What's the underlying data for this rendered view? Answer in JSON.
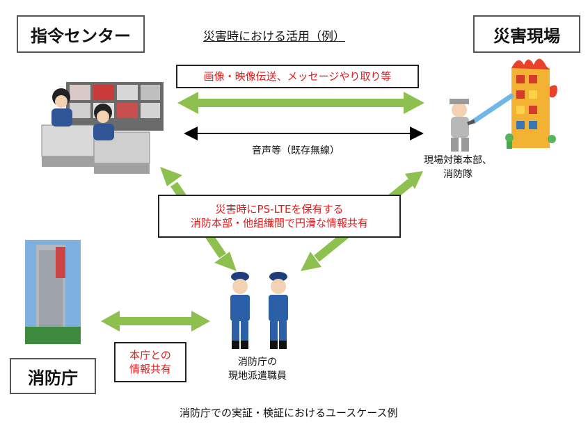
{
  "title": "災害時における活用（例）",
  "nodes": {
    "command_center": "指令センター",
    "disaster_site": "災害現場",
    "fdma": "消防庁"
  },
  "labels": {
    "image_video": "画像・映像伝送、メッセージやり取り等",
    "voice": "音声等（既存無線）",
    "site_hq_line1": "現場対策本部、",
    "site_hq_line2": "消防隊",
    "pslte_line1": "災害時にPS-LTEを保有する",
    "pslte_line2": "消防本部・他組織間で円滑な情報共有",
    "hq_share_line1": "本庁との",
    "hq_share_line2": "情報共有",
    "dispatched_line1": "消防庁の",
    "dispatched_line2": "現地派遣職員"
  },
  "caption": "消防庁での実証・検証におけるユースケース例",
  "colors": {
    "arrow_green": "#8dc04f",
    "label_red": "#e21b1b",
    "uniform_blue": "#2b5fa8"
  }
}
